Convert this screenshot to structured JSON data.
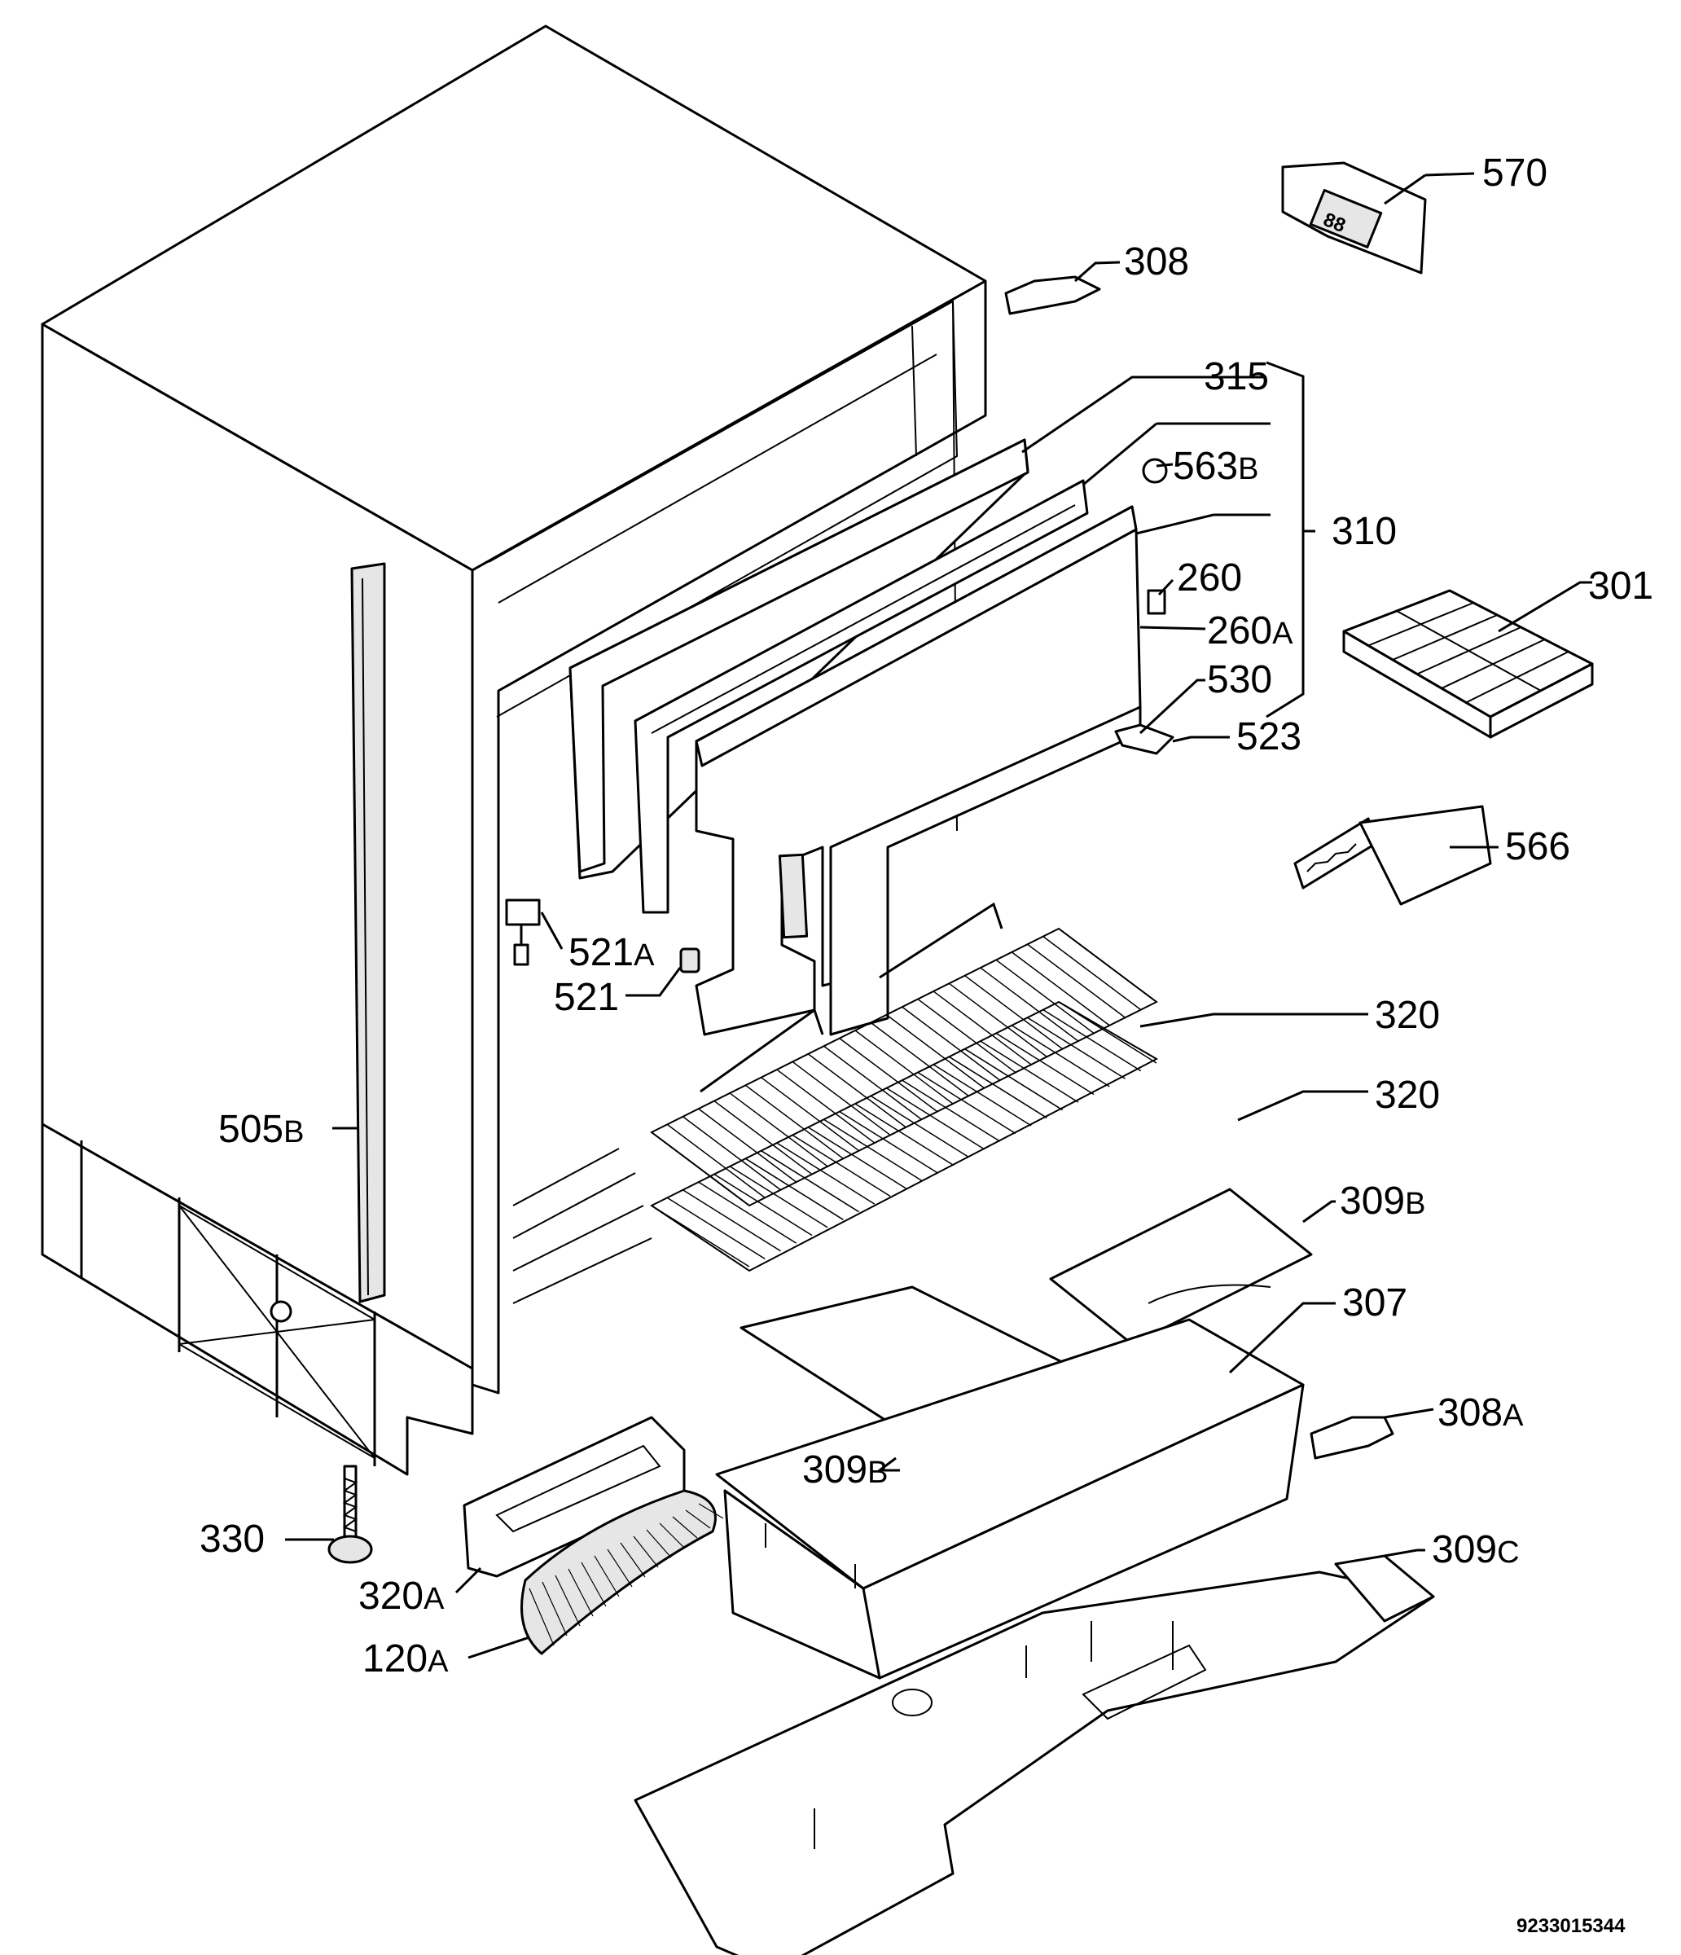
{
  "labels": [
    {
      "key": "l570",
      "num": "570",
      "suffix": ""
    },
    {
      "key": "l308",
      "num": "308",
      "suffix": ""
    },
    {
      "key": "l315",
      "num": "315",
      "suffix": ""
    },
    {
      "key": "l563b",
      "num": "563",
      "suffix": "B"
    },
    {
      "key": "l310",
      "num": "310",
      "suffix": ""
    },
    {
      "key": "l260",
      "num": "260",
      "suffix": ""
    },
    {
      "key": "l301",
      "num": "301",
      "suffix": ""
    },
    {
      "key": "l260a",
      "num": "260",
      "suffix": "A"
    },
    {
      "key": "l530",
      "num": "530",
      "suffix": ""
    },
    {
      "key": "l523",
      "num": "523",
      "suffix": ""
    },
    {
      "key": "l566",
      "num": "566",
      "suffix": ""
    },
    {
      "key": "l521a",
      "num": "521",
      "suffix": "A"
    },
    {
      "key": "l521",
      "num": "521",
      "suffix": ""
    },
    {
      "key": "l320a_top",
      "num": "320",
      "suffix": ""
    },
    {
      "key": "l320b_top",
      "num": "320",
      "suffix": ""
    },
    {
      "key": "l505b",
      "num": "505",
      "suffix": "B"
    },
    {
      "key": "l309b_r",
      "num": "309",
      "suffix": "B"
    },
    {
      "key": "l307",
      "num": "307",
      "suffix": ""
    },
    {
      "key": "l308a",
      "num": "308",
      "suffix": "A"
    },
    {
      "key": "l309b_l",
      "num": "309",
      "suffix": "B"
    },
    {
      "key": "l330",
      "num": "330",
      "suffix": ""
    },
    {
      "key": "l320a",
      "num": "320",
      "suffix": "A"
    },
    {
      "key": "l309c",
      "num": "309",
      "suffix": "C"
    },
    {
      "key": "l120a",
      "num": "120",
      "suffix": "A"
    }
  ],
  "display_text": "88",
  "doc_number": "9233015344"
}
